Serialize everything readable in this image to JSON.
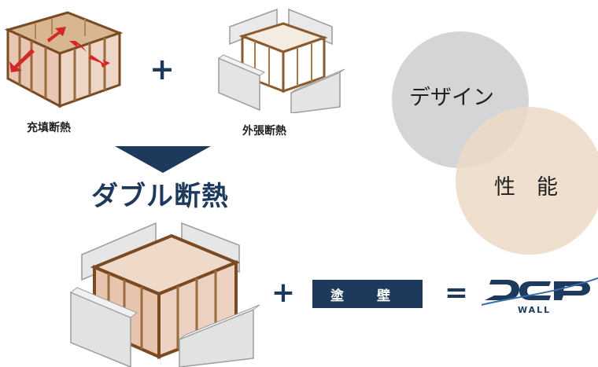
{
  "labels": {
    "fill_insulation": "充填断熱",
    "exterior_insulation": "外張断熱",
    "double_insulation": "ダブル断熱",
    "plaster_wall": "塗 壁"
  },
  "operators": {
    "plus_top": "+",
    "plus_bottom": "+",
    "equals": "="
  },
  "venn": {
    "design": "デザイン",
    "performance": "性　能",
    "colors": {
      "design": "#cfd1d3",
      "performance": "#ecd9c6"
    }
  },
  "logo": {
    "word": "WALL",
    "icon": "dcp-wall-logo"
  },
  "colors": {
    "navy": "#1d3a5c",
    "arrow": "#d42828"
  }
}
